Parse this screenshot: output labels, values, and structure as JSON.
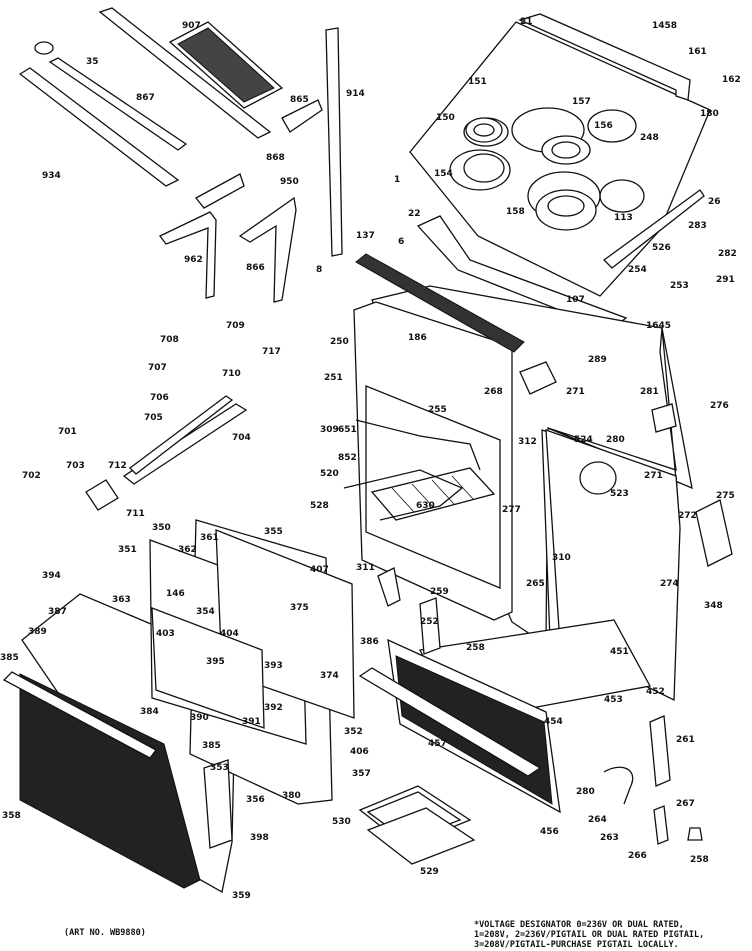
{
  "labels": [
    "21",
    "1458",
    "907",
    "35",
    "867",
    "865",
    "914",
    "161",
    "162",
    "934",
    "868",
    "950",
    "151",
    "157",
    "180",
    "150",
    "156",
    "248",
    "154",
    "158",
    "1",
    "962",
    "866",
    "22",
    "113",
    "283",
    "26",
    "6",
    "137",
    "526",
    "282",
    "254",
    "291",
    "8",
    "107",
    "253",
    "186",
    "1645",
    "708",
    "709",
    "717",
    "250",
    "289",
    "707",
    "710",
    "251",
    "268",
    "271",
    "706",
    "704",
    "705",
    "255",
    "281",
    "276",
    "701",
    "651",
    "309",
    "312",
    "852",
    "524",
    "280",
    "271",
    "703",
    "712",
    "702",
    "711",
    "520",
    "523",
    "528",
    "630",
    "277",
    "275",
    "350",
    "355",
    "361",
    "272",
    "351",
    "362",
    "407",
    "311",
    "310",
    "274",
    "394",
    "146",
    "375",
    "265",
    "348",
    "363",
    "354",
    "259",
    "387",
    "403",
    "404",
    "395",
    "374",
    "451",
    "389",
    "385",
    "252",
    "258",
    "393",
    "386",
    "452",
    "384",
    "392",
    "391",
    "390",
    "385",
    "352",
    "453",
    "454",
    "261",
    "457",
    "406",
    "353",
    "357",
    "356",
    "380",
    "280",
    "398",
    "264",
    "263",
    "267",
    "530",
    "456",
    "358",
    "529",
    "266",
    "258",
    "359"
  ],
  "art_number": "(ART NO. WB9880)",
  "footnote": {
    "line1": "*VOLTAGE DESIGNATOR 0=236V OR DUAL RATED,",
    "line2": "1=208V, 2=236V/PIGTAIL OR DUAL RATED PIGTAIL,",
    "line3": "3=208V/PIGTAIL-PURCHASE PIGTAIL LOCALLY."
  }
}
